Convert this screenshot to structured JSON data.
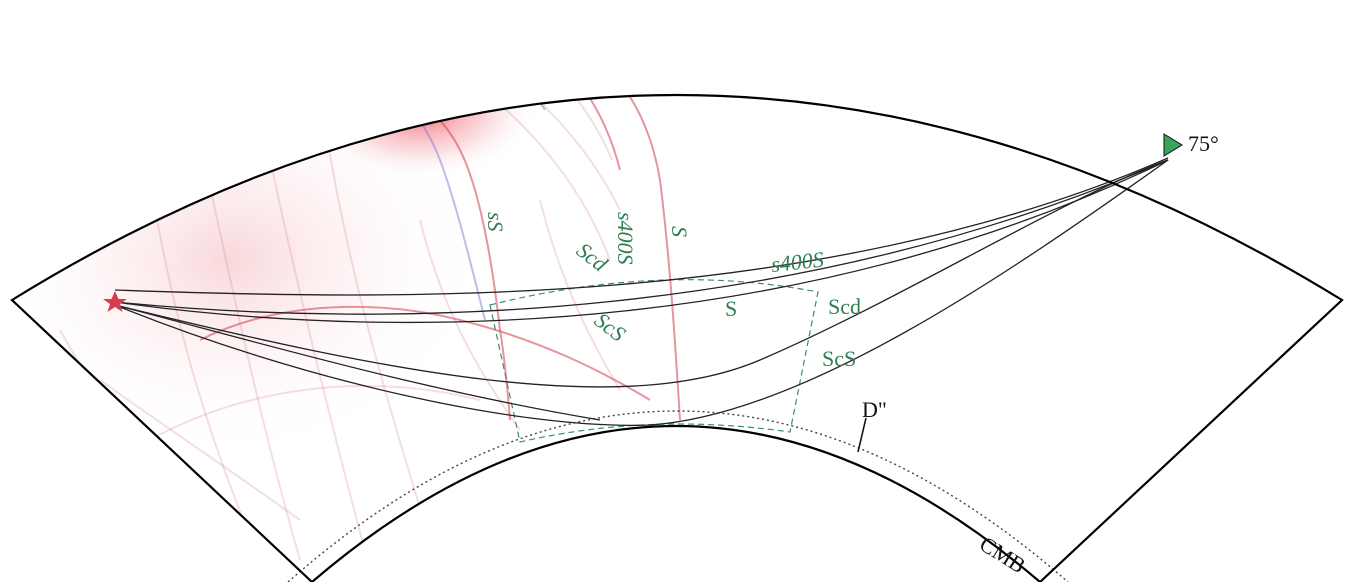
{
  "title": "",
  "distance_label": "75°",
  "boundary_labels": {
    "cmb": "CMB",
    "d_double_prime": "D\""
  },
  "phases": {
    "sS": "sS",
    "s400S": "s400S",
    "S": "S",
    "Scd": "Scd",
    "ScS": "ScS"
  },
  "colors": {
    "phase_label": "#2e7d52",
    "source_star": "#d63d4e",
    "receiver_triangle": "#3aa35a",
    "wavefront_red": "#d63d4e",
    "wavefront_blue": "#6a6fd0",
    "ray_path": "#222222",
    "outline": "#000000"
  },
  "icons": {
    "source": "star-icon",
    "receiver": "triangle-icon"
  }
}
